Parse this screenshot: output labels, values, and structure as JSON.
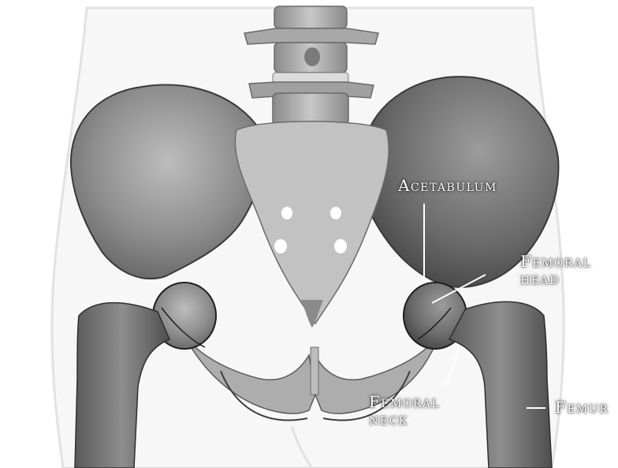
{
  "labels": {
    "acetabulum": "Acetabulum",
    "femoral_head": {
      "line1": "Femoral",
      "line2": "head"
    },
    "femoral_neck": {
      "line1": "Femoral",
      "line2": "neck"
    },
    "femur": "Femur"
  },
  "colors": {
    "background": "#ffffff",
    "skin_outline": "#e6e6e6",
    "bone_light": "#cfcfcf",
    "bone_mid": "#9a9a9a",
    "bone_dark": "#5e5e5e",
    "label_text": "#ffffff",
    "leader_line": "#ffffff"
  }
}
